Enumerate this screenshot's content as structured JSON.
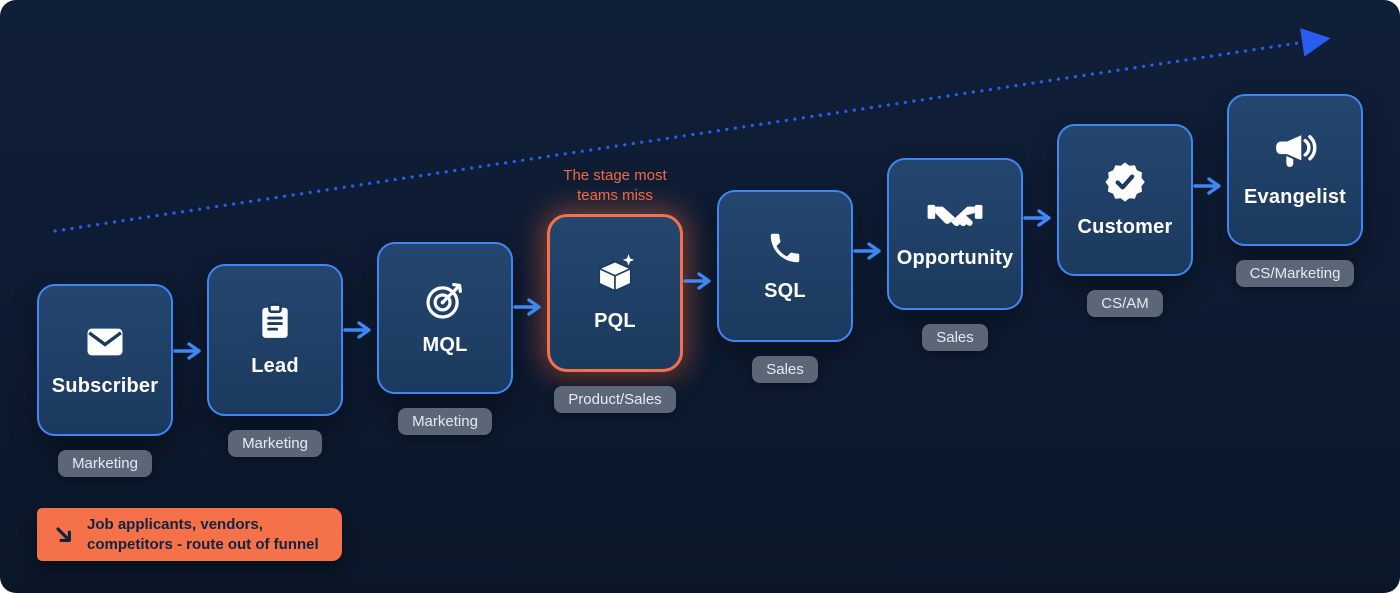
{
  "canvas": {
    "bg": "#0e1b30"
  },
  "colors": {
    "accent_blue": "#3f87f5",
    "trendline_blue": "#2b5cf0",
    "box_fill": "#1d3c63",
    "highlight_orange": "#f4714a",
    "tag_bg": "#5b6677",
    "annotation_orange": "#f26b45"
  },
  "trendline": {
    "icon": "dotted-growth-arrow-icon"
  },
  "annotation": {
    "text": "The stage most teams miss"
  },
  "stages": [
    {
      "label": "Subscriber",
      "team": "Marketing",
      "icon": "envelope-icon",
      "highlighted": false
    },
    {
      "label": "Lead",
      "team": "Marketing",
      "icon": "clipboard-icon",
      "highlighted": false
    },
    {
      "label": "MQL",
      "team": "Marketing",
      "icon": "target-arrow-icon",
      "highlighted": false
    },
    {
      "label": "PQL",
      "team": "Product/Sales",
      "icon": "product-box-sparkle-icon",
      "highlighted": true
    },
    {
      "label": "SQL",
      "team": "Sales",
      "icon": "phone-icon",
      "highlighted": false
    },
    {
      "label": "Opportunity",
      "team": "Sales",
      "icon": "handshake-icon",
      "highlighted": false
    },
    {
      "label": "Customer",
      "team": "CS/AM",
      "icon": "verified-badge-icon",
      "highlighted": false
    },
    {
      "label": "Evangelist",
      "team": "CS/Marketing",
      "icon": "megaphone-icon",
      "highlighted": false
    }
  ],
  "banner": {
    "icon": "arrow-down-right-icon",
    "text": "Job applicants, vendors, competitors - route out of funnel"
  }
}
